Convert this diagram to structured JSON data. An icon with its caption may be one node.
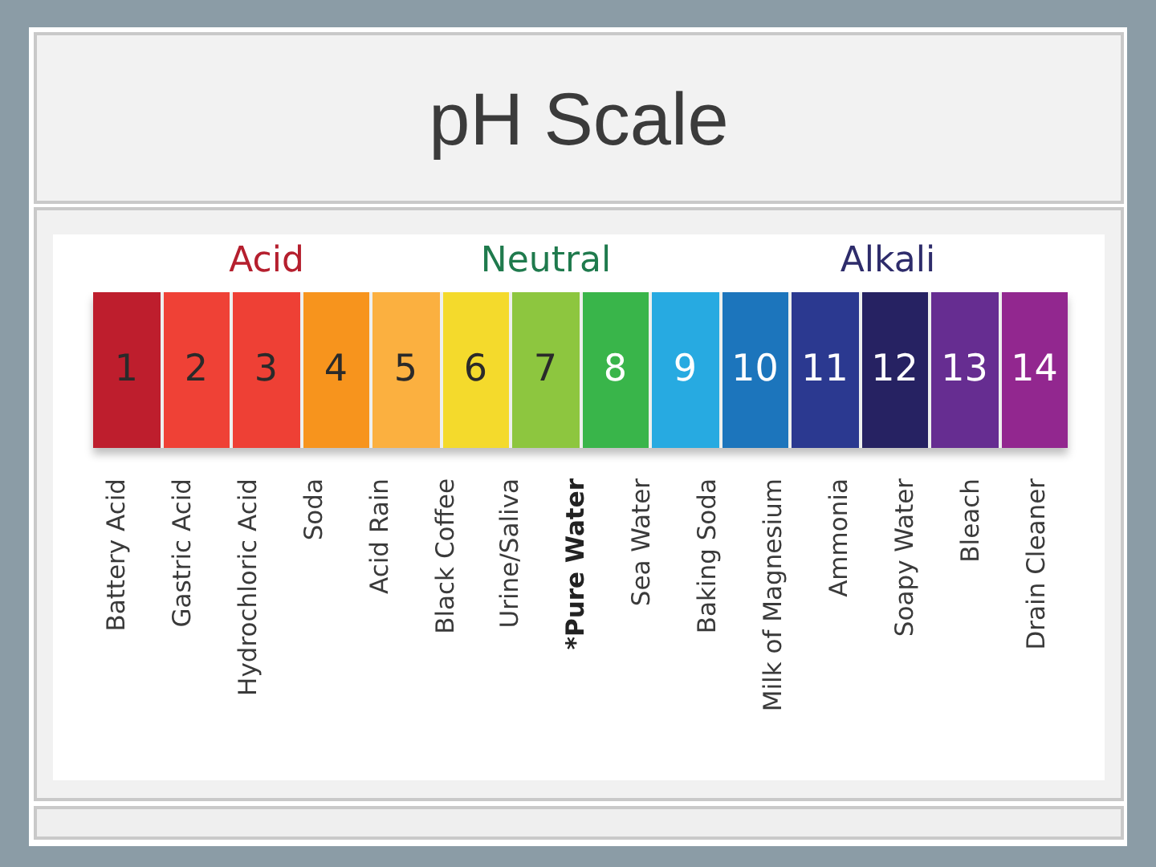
{
  "diagram": {
    "title": "pH Scale",
    "nodes": [
      {
        "text": [
          "1"
        ]
      },
      {
        "text": [
          "2"
        ]
      },
      {
        "text": [
          "3"
        ]
      },
      {
        "text": [
          "4"
        ]
      },
      {
        "text": [
          "5"
        ]
      },
      {
        "text": [
          "6"
        ]
      },
      {
        "text": [
          "7"
        ]
      },
      {
        "text": [
          "8"
        ]
      },
      {
        "text": [
          "9"
        ]
      },
      {
        "text": [
          "10"
        ]
      },
      {
        "text": [
          "11"
        ]
      },
      {
        "text": [
          "12"
        ]
      },
      {
        "text": [
          "13"
        ]
      },
      {
        "text": [
          "14"
        ]
      }
    ],
    "labels": [
      "Acid",
      "Neutral",
      "Alkali",
      "Battery Acid",
      "Gastric Acid",
      "Hydrochloric Acid",
      "Soda",
      "Acid Rain",
      "Black Coffee",
      "Urine/Saliva",
      "*Pure Water",
      "Sea Water",
      "Baking Soda",
      "Milk of Magnesium",
      "Ammonia",
      "Soapy Water",
      "Bleach",
      "Drain Cleaner"
    ]
  }
}
